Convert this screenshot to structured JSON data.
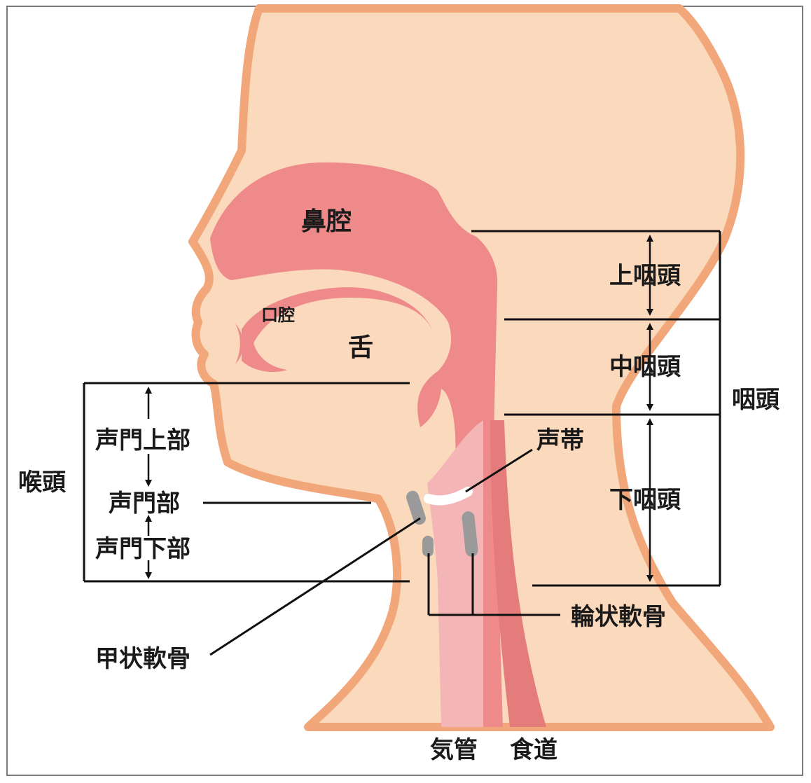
{
  "labels": {
    "nasal_cavity": "鼻腔",
    "oral_cavity": "口腔",
    "tongue": "舌",
    "nasopharynx": "上咽頭",
    "oropharynx": "中咽頭",
    "hypopharynx": "下咽頭",
    "pharynx": "咽頭",
    "vocal_cord": "声帯",
    "larynx": "喉頭",
    "supraglottis": "声門上部",
    "glottis": "声門部",
    "subglottis": "声門下部",
    "cricoid_cartilage": "輪状軟骨",
    "thyroid_cartilage": "甲状軟骨",
    "trachea": "気管",
    "esophagus": "食道"
  },
  "colors": {
    "skin": "#fbd9bd",
    "outline": "#f2a77a",
    "cavity": "#ef8a8a",
    "trachea": "#f3b5b5",
    "cartilage": "#9a9a9a",
    "frame": "#7a7a7a",
    "line": "#111111"
  }
}
